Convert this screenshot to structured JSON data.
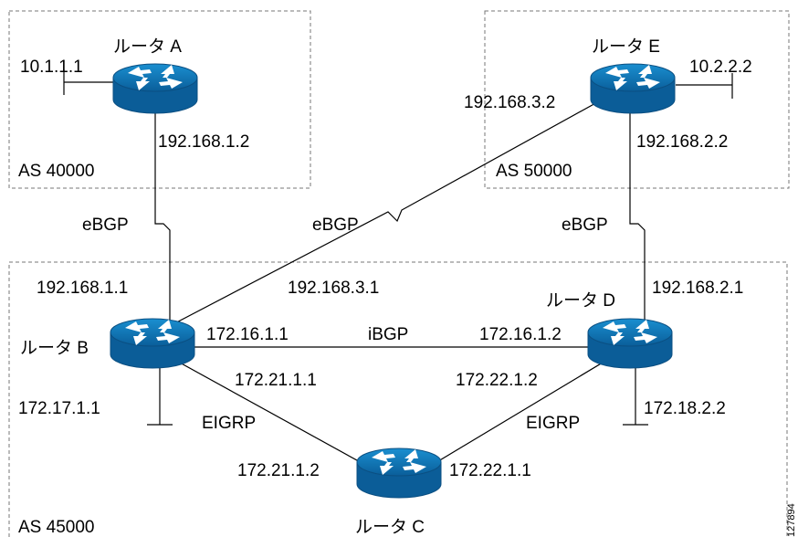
{
  "as_boxes": [
    {
      "label": "AS 40000"
    },
    {
      "label": "AS 50000"
    },
    {
      "label": "AS 45000"
    }
  ],
  "routers": [
    {
      "id": "A",
      "name": "ルータ A"
    },
    {
      "id": "B",
      "name": "ルータ B"
    },
    {
      "id": "C",
      "name": "ルータ C"
    },
    {
      "id": "D",
      "name": "ルータ D"
    },
    {
      "id": "E",
      "name": "ルータ E"
    }
  ],
  "links": [
    {
      "from": "A",
      "to": "B",
      "protocol": "eBGP"
    },
    {
      "from": "E",
      "to": "B",
      "protocol": "eBGP"
    },
    {
      "from": "E",
      "to": "D",
      "protocol": "eBGP"
    },
    {
      "from": "B",
      "to": "D",
      "protocol": "iBGP"
    },
    {
      "from": "B",
      "to": "C",
      "protocol": "EIGRP"
    },
    {
      "from": "D",
      "to": "C",
      "protocol": "EIGRP"
    }
  ],
  "addresses": {
    "a_lan": "10.1.1.1",
    "a_b_a": "192.168.1.2",
    "a_b_b": "192.168.1.1",
    "e_lan": "10.2.2.2",
    "e_b_e": "192.168.3.2",
    "e_b_b": "192.168.3.1",
    "e_d_e": "192.168.2.2",
    "e_d_d": "192.168.2.1",
    "b_d_b": "172.16.1.1",
    "b_d_d": "172.16.1.2",
    "b_c_b": "172.21.1.1",
    "b_c_c": "172.21.1.2",
    "d_c_d": "172.22.1.2",
    "d_c_c": "172.22.1.1",
    "b_lan": "172.17.1.1",
    "d_lan": "172.18.2.2"
  },
  "figure_id": "127894"
}
